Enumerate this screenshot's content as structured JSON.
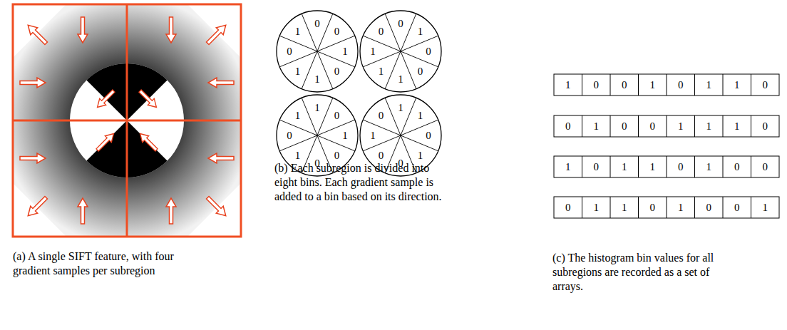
{
  "diagram": {
    "labels": [
      "(a) A single SIFT feature, with four gradient samples per subregion",
      "0",
      "0",
      "1",
      "0",
      "1",
      "1",
      "0",
      "1",
      "0",
      "1",
      "0",
      "0",
      "1",
      "1",
      "1",
      "0",
      "1",
      "0",
      "1",
      "0",
      "0",
      "1",
      "0",
      "1",
      "1",
      "1",
      "0",
      "1",
      "0",
      "0",
      "1",
      "0",
      "(b) Each subregion is divided into eight bins. Each gradient sample is added to a bin based on its direction.",
      "1",
      "0",
      "0",
      "1",
      "0",
      "1",
      "1",
      "0",
      "0",
      "1",
      "0",
      "0",
      "1",
      "1",
      "1",
      "0",
      "1",
      "0",
      "1",
      "1",
      "0",
      "1",
      "0",
      "0",
      "0",
      "1",
      "1",
      "0",
      "1",
      "0",
      "0",
      "1",
      "(c) The histogram bin values for all subregions are recorded as a set of arrays."
    ]
  }
}
